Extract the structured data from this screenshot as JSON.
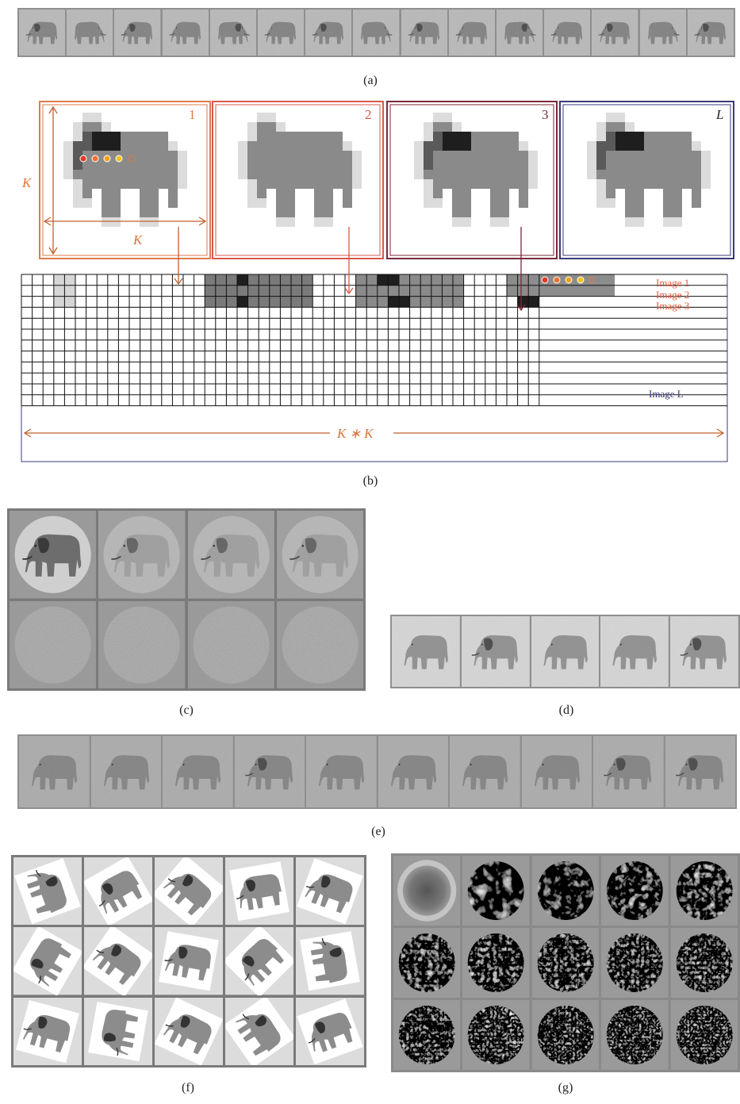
{
  "labels": {
    "a": "(a)",
    "b": "(b)",
    "c": "(c)",
    "d": "(d)",
    "e": "(e)",
    "f": "(f)",
    "g": "(g)"
  },
  "panel_b": {
    "frame_numbers": [
      "1",
      "2",
      "3",
      "L"
    ],
    "k_vertical": "K",
    "k_horizontal": "K",
    "row_labels": [
      "Image 1",
      "Image 2",
      "Image 3",
      "Image L"
    ],
    "kk_label": "K ∗ K"
  },
  "colors": {
    "frame1": "#e07a4a",
    "frame2": "#d8584a",
    "frame3": "#7a2a3a",
    "frameL": "#3a3a78",
    "accent_orange": "#d9733a",
    "row_label": "#e05a3a",
    "imageL_label": "#3a3a78"
  },
  "strip_a_count": 15,
  "strip_d_count": 5,
  "strip_e_count": 10
}
